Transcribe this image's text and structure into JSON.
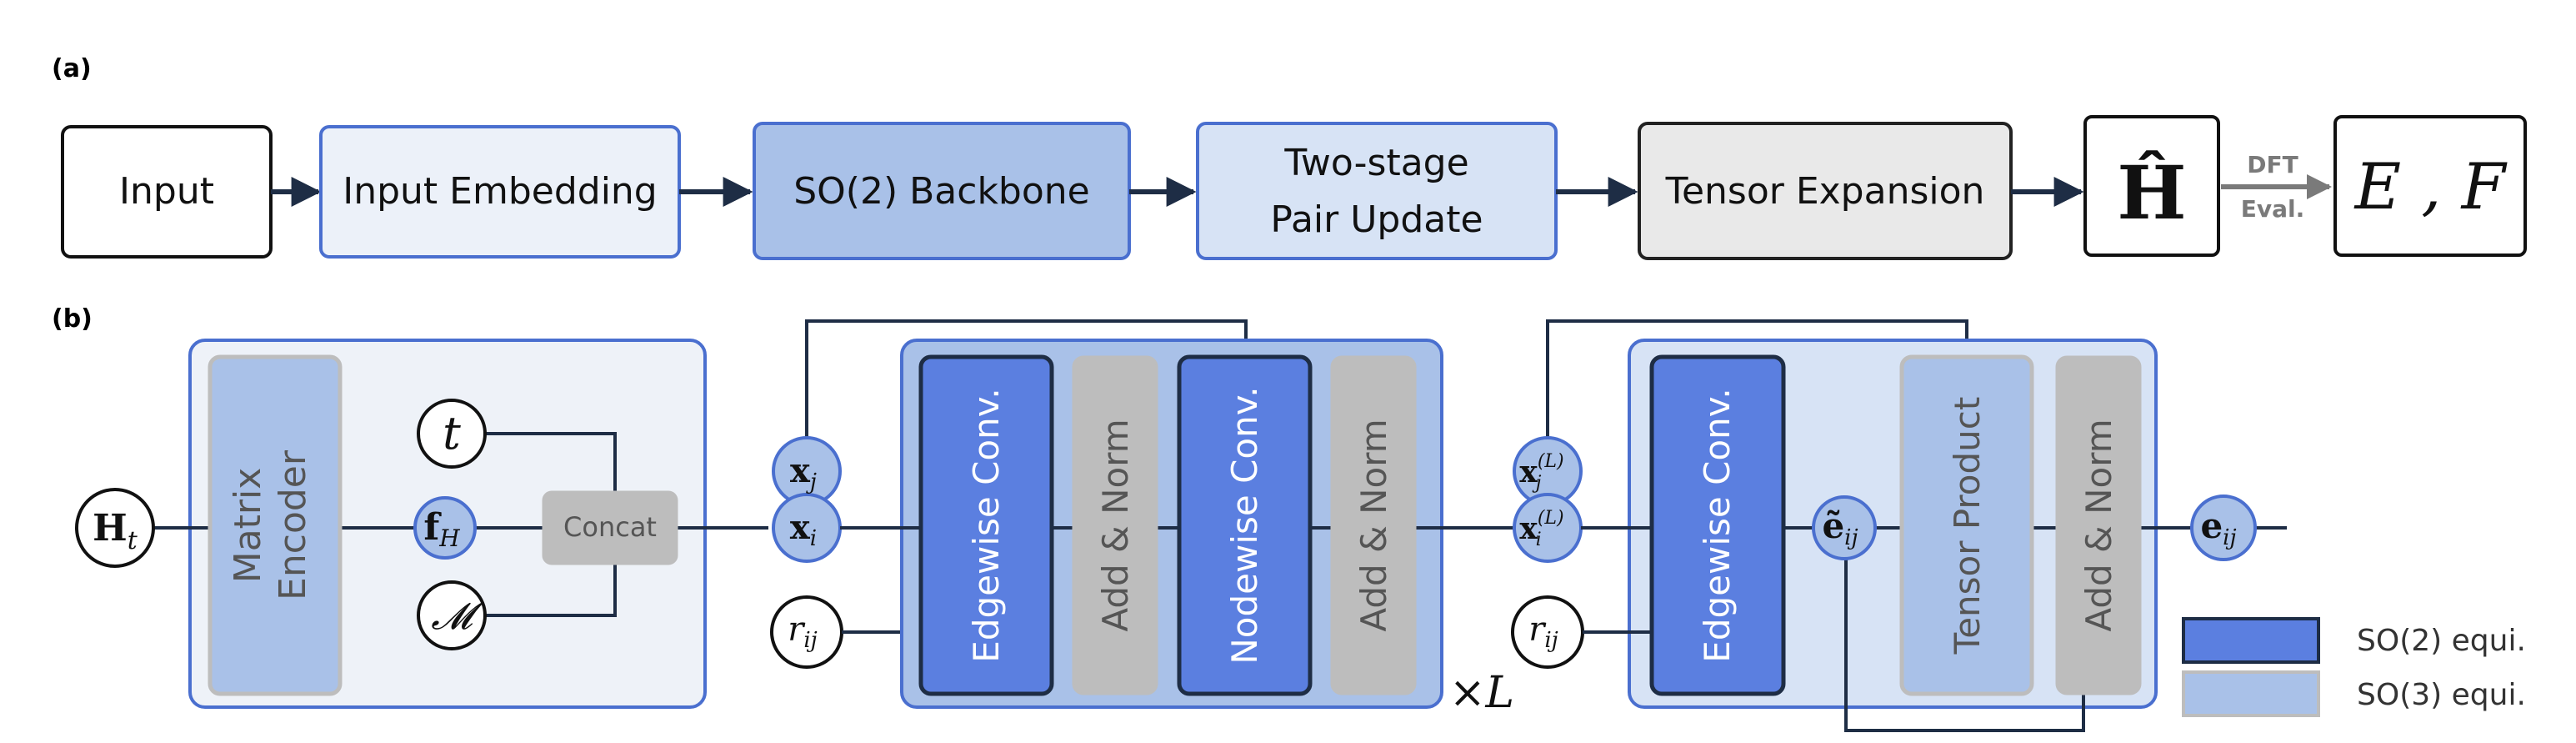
{
  "panel_a": {
    "label": "(a)",
    "nodes": {
      "input": "Input",
      "embedding": "Input Embedding",
      "backbone": "SO(2) Backbone",
      "pair_line1": "Two-stage",
      "pair_line2": "Pair Update",
      "tensor": "Tensor Expansion",
      "h_hat": "Ĥ",
      "ef": "E , F"
    },
    "arrow_label_line1": "DFT",
    "arrow_label_line2": "Eval."
  },
  "panel_b": {
    "label": "(b)",
    "ht_base": "H",
    "ht_sub": "t",
    "matrix_encoder_line1": "Matrix",
    "matrix_encoder_line2": "Encoder",
    "t_symbol": "t",
    "fh_base": "f",
    "fh_sub": "H",
    "m_symbol": "𝓜",
    "concat": "Concat",
    "xj_base": "x",
    "xj_sub": "j",
    "xi_base": "x",
    "xi_sub": "i",
    "rij_base": "r",
    "rij_sub": "ij",
    "edgewise_conv": "Edgewise Conv.",
    "add_norm": "Add & Norm",
    "nodewise_conv": "Nodewise Conv.",
    "times_l": "×L",
    "xjl_base": "x",
    "xjl_sub": "j",
    "xjl_sup": "(L)",
    "xil_base": "x",
    "xil_sub": "i",
    "xil_sup": "(L)",
    "eij_tilde_base": "ẽ",
    "eij_tilde_sub": "ij",
    "tensor_product": "Tensor Product",
    "eij_base": "e",
    "eij_sub": "ij"
  },
  "legend": {
    "so2": "SO(2) equi.",
    "so3": "SO(3) equi."
  },
  "colors": {
    "so2_fill": "#5b7fe0",
    "so3_fill": "#a9c1e8",
    "light_fill": "#d7e3f5",
    "panel_fill": "#eef2f8",
    "gray_fill": "#bdbdbd",
    "line": "#1e2d45",
    "border_blue": "#4a6fcf"
  }
}
